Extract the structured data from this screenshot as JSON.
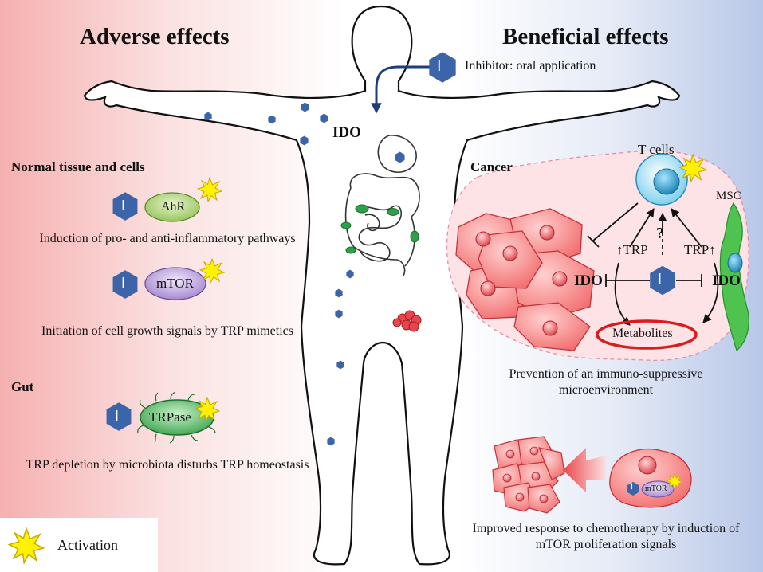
{
  "titles": {
    "adverse": "Adverse effects",
    "beneficial": "Beneficial effects"
  },
  "inhibitor_note": "Inhibitor: oral application",
  "inhibitor_symbol": "I",
  "ido_body": "IDO",
  "left": {
    "section_normal": "Normal tissue and cells",
    "ahr_label": "AhR",
    "ahr_caption": "Induction of pro- and anti-inflammatory pathways",
    "mtor_label": "mTOR",
    "mtor_caption": "Initiation of cell growth signals by TRP mimetics",
    "section_gut": "Gut",
    "trpase_label": "TRPase",
    "trpase_caption": "TRP depletion by microbiota disturbs TRP homeostasis"
  },
  "right": {
    "section_cancer": "Cancer",
    "tcells": "T cells",
    "msc": "MSC",
    "trp_left": "↑TRP",
    "trp_right": "TRP↑",
    "question": "?",
    "ido_left": "IDO",
    "ido_right": "IDO",
    "metabolites": "Metabolites",
    "cancer_caption": "Prevention of an immuno-suppressive microenvironment",
    "mtor_small": "mTOR",
    "chemo_caption": "Improved response to chemotherapy by induction of mTOR proliferation signals"
  },
  "legend": {
    "activation": "Activation"
  },
  "colors": {
    "hexagon": "#3c64a8",
    "tumor": "#f26f6f",
    "tcell": "#7fc8e8",
    "msc": "#46c24a",
    "activation_star": "#ffee00",
    "ahr": "#92c257",
    "mtor": "#9b7fc4",
    "trpase": "#3da64a",
    "metabolites_ring": "#d81d1d"
  }
}
